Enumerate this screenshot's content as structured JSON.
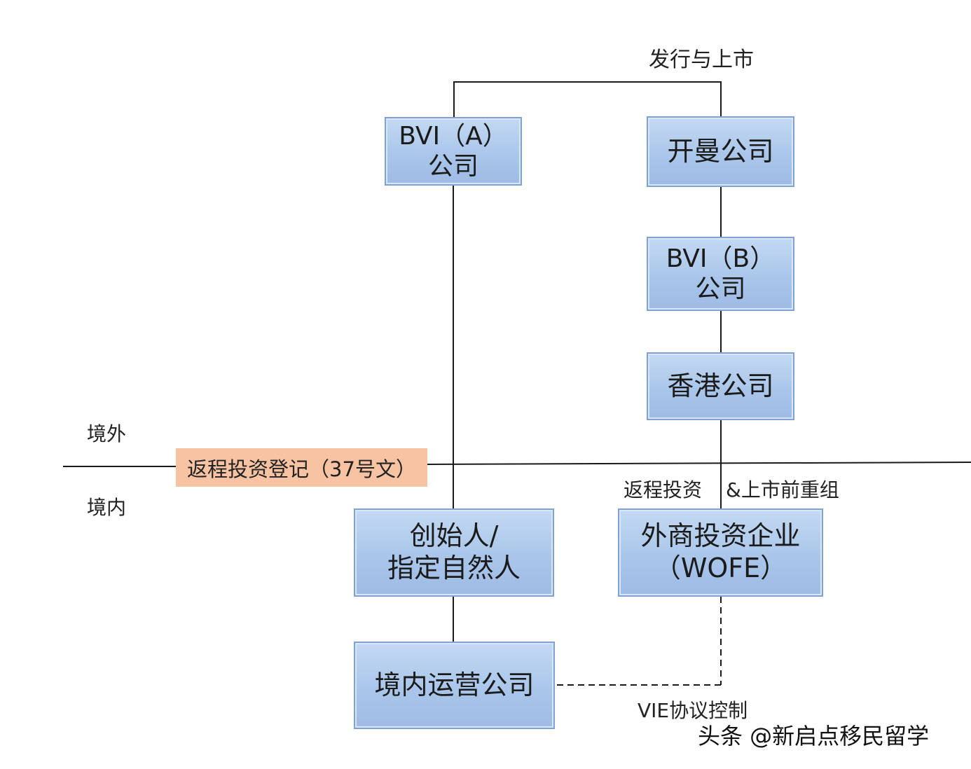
{
  "labels": {
    "ipo": "发行与上市",
    "overseas": "境外",
    "domestic": "境内",
    "registration": "返程投资登记（37号文）",
    "roundtrip_left": "返程投资",
    "roundtrip_right": "&上市前重组",
    "vie": "VIE协议控制"
  },
  "boxes": {
    "bvi_a": {
      "line1": "BVI（A）",
      "line2": "公司"
    },
    "cayman": {
      "line1": "开曼公司"
    },
    "bvi_b": {
      "line1": "BVI（B）",
      "line2": "公司"
    },
    "hongkong": {
      "line1": "香港公司"
    },
    "founder": {
      "line1": "创始人/",
      "line2": "指定自然人"
    },
    "wofe": {
      "line1": "外商投资企业",
      "line2": "（WOFE）"
    },
    "opco": {
      "line1": "境内运营公司"
    }
  },
  "watermark": {
    "line1": "头条 @新启点移民留学"
  },
  "colors": {
    "box_fill": "#a9c6ea",
    "box_border": "#7ea2d3",
    "registration_fill": "#f7c3a2",
    "line": "#1a1a1a"
  }
}
